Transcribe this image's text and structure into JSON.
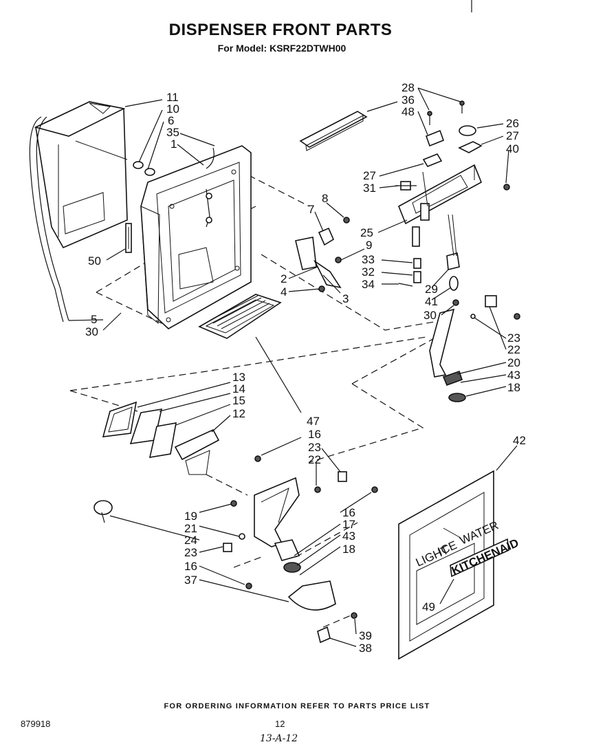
{
  "header": {
    "title": "DISPENSER FRONT PARTS",
    "model_line": "For Model: KSRF22DTWH00"
  },
  "footer": {
    "order_note": "FOR ORDERING INFORMATION REFER TO PARTS PRICE LIST",
    "doc_number": "879918",
    "page_number": "12",
    "handwritten_note": "13-A-12"
  },
  "panel": {
    "brand_text": "KITCHENAID",
    "small_labels": [
      "LIGHT",
      "ICE",
      "WATER"
    ]
  },
  "callouts": [
    "11",
    "10",
    "6",
    "35",
    "1",
    "50",
    "5",
    "30",
    "28",
    "36",
    "48",
    "26",
    "27",
    "40",
    "27",
    "31",
    "8",
    "7",
    "25",
    "9",
    "33",
    "32",
    "34",
    "2",
    "4",
    "3",
    "29",
    "41",
    "30",
    "23",
    "22",
    "20",
    "43",
    "18",
    "13",
    "14",
    "15",
    "12",
    "47",
    "16",
    "23",
    "22",
    "42",
    "19",
    "21",
    "24",
    "23",
    "16",
    "37",
    "16",
    "17",
    "43",
    "18",
    "49",
    "39",
    "38"
  ]
}
